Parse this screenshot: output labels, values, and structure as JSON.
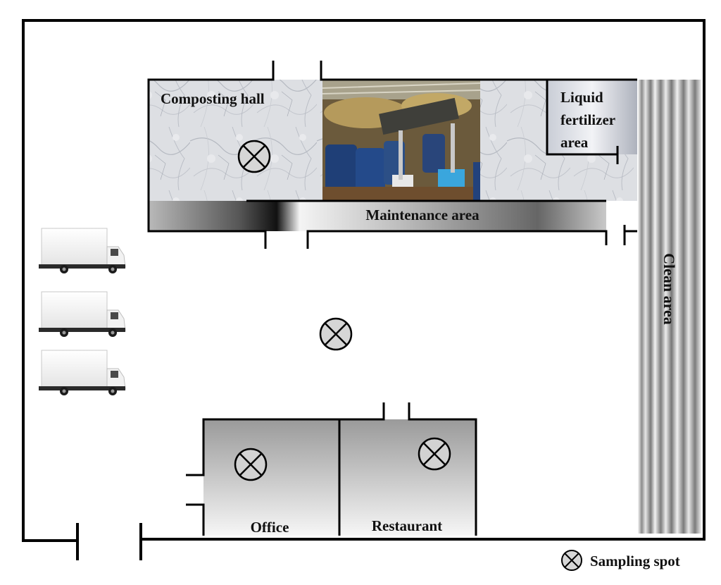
{
  "labels": {
    "composting_hall": "Composting hall",
    "liquid_fertilizer": [
      "Liquid",
      "fertilizer",
      "area"
    ],
    "maintenance": "Maintenance area",
    "clean": "Clean area",
    "office": "Office",
    "restaurant": "Restaurant",
    "legend": "Sampling spot"
  },
  "colors": {
    "wall": "#000000",
    "marble": "#dcdde0",
    "room_gradient_top": "#9a9a9a",
    "room_gradient_bottom": "#f6f6f6"
  },
  "icons": {
    "sampling": "circle-x-icon",
    "truck": "box-truck-icon",
    "photo": "composting-equipment-photo"
  },
  "sampling_spots": 4,
  "trucks": 3
}
